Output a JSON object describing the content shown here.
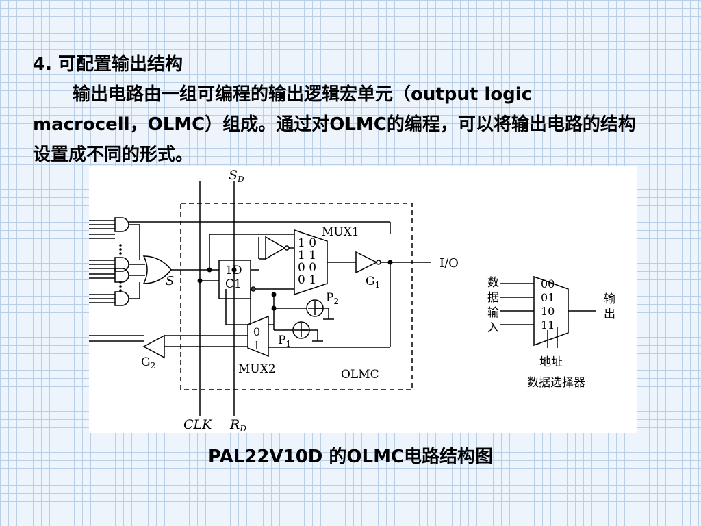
{
  "slide": {
    "heading": "4. 可配置输出结构",
    "paragraph": "输出电路由一组可编程的输出逻辑宏单元（output logic macrocell，OLMC）组成。通过对OLMC的编程，可以将输出电路的结构设置成不同的形式。",
    "caption": "PAL22V10D 的OLMC电路结构图"
  },
  "diagram": {
    "sd_main": "S",
    "sd_sub": "D",
    "rd_main": "R",
    "rd_sub": "D",
    "clk": "CLK",
    "s": "S",
    "d1": "1D",
    "c1": "C1",
    "mux1": "MUX1",
    "mux1_inputs": [
      "1 0",
      "1 1",
      "0 0",
      "0 1"
    ],
    "g1_main": "G",
    "g1_sub": "1",
    "io": "I/O",
    "p2_main": "P",
    "p2_sub": "2",
    "p1_main": "P",
    "p1_sub": "1",
    "mux2": "MUX2",
    "mux2_inputs": [
      "0",
      "1"
    ],
    "g2_main": "G",
    "g2_sub": "2",
    "olmc": "OLMC",
    "legend_mux_inputs": [
      "00",
      "01",
      "10",
      "11"
    ],
    "legend_data_in": [
      "数",
      "据",
      "输",
      "入"
    ],
    "legend_output": [
      "输",
      "出"
    ],
    "legend_address": "地址",
    "legend_title": "数据选择器"
  }
}
